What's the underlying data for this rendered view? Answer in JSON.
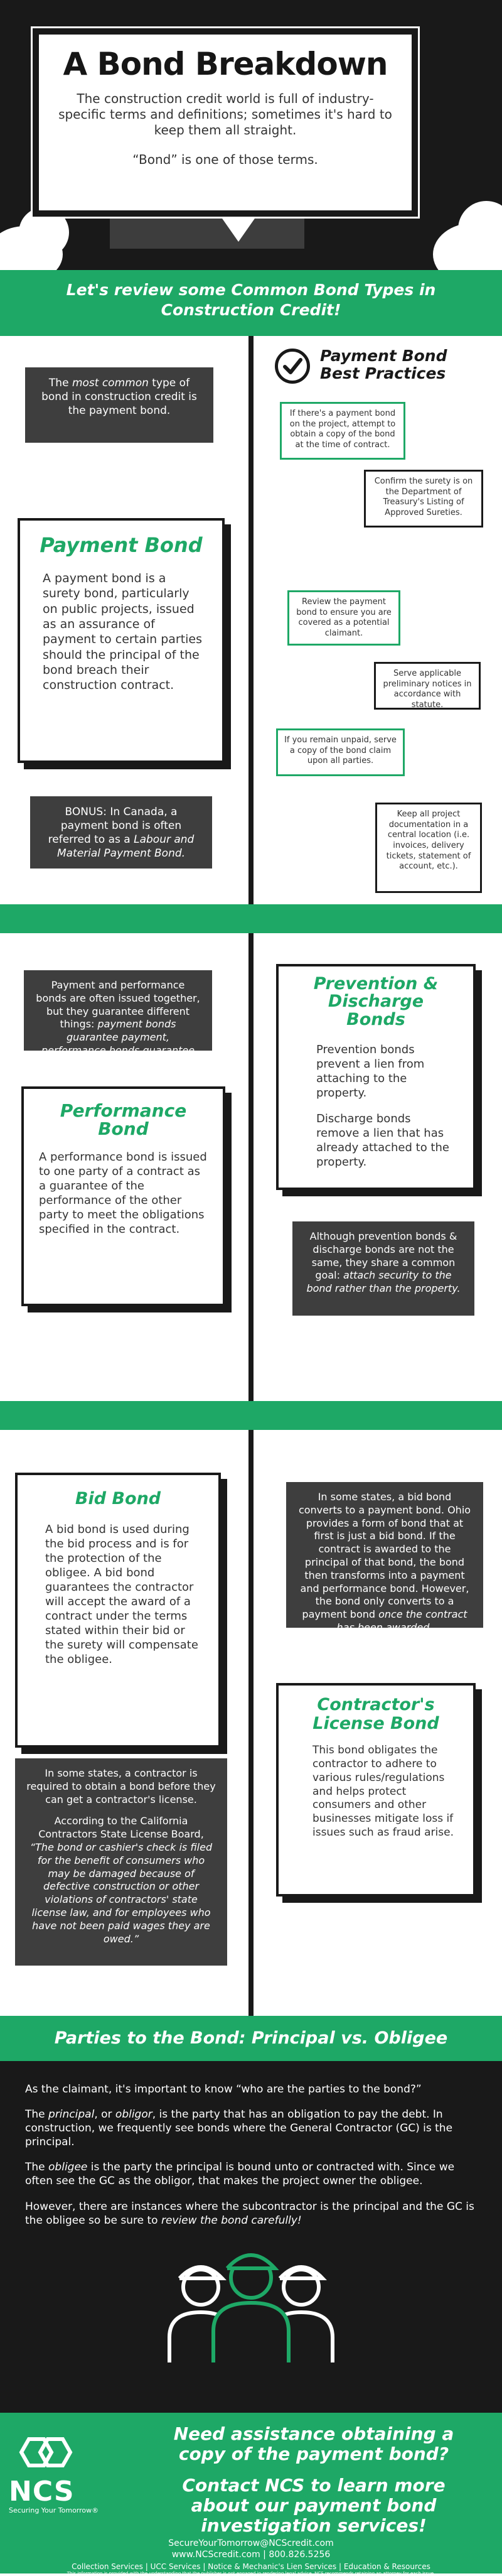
{
  "hero": {
    "title": "A Bond Breakdown",
    "intro": "The construction credit world is full of industry-specific terms and definitions; sometimes it's hard to keep them all straight.",
    "line2": "“Bond” is one of those terms."
  },
  "banner1": {
    "line1": "Let's review some Common Bond Types in",
    "line2": "Construction Credit!"
  },
  "payment": {
    "intro_pre": "The ",
    "intro_em": "most common",
    "intro_post": " type of bond in construction credit is the payment bond.",
    "title": "Payment Bond",
    "body": "A payment bond is a surety bond, particularly on public projects, issued as an assurance of payment to certain parties should the principal of the bond breach their construction contract.",
    "bonus_pre": "BONUS: In Canada, a payment bond is often referred to as a ",
    "bonus_em": "Labour and Material Payment Bond."
  },
  "best_practices": {
    "title_line1": "Payment Bond",
    "title_line2": "Best Practices",
    "items": [
      "If there's a payment bond on the project, attempt to obtain a copy of the bond at the time of contract.",
      "Confirm the surety is on the Department of Treasury's Listing of Approved Sureties.",
      "Review the payment bond to ensure you are covered as a potential claimant.",
      "Serve applicable preliminary notices in accordance with statute.",
      "If you remain unpaid, serve a copy of the bond claim upon all parties.",
      "Keep all project documentation in a central location (i.e. invoices, delivery tickets, statement of account, etc.)."
    ]
  },
  "performance": {
    "intro_pre": "Payment and performance bonds are often issued together, but they guarantee different things: ",
    "intro_em": "payment bonds guarantee payment, performance bonds guarantee performance.",
    "title_line1": "Performance",
    "title_line2": "Bond",
    "body": "A performance bond is issued to one party of a contract as a guarantee of the performance of the other party to meet the obligations specified in the contract."
  },
  "prevention": {
    "title_line1": "Prevention &",
    "title_line2": "Discharge",
    "title_line3": "Bonds",
    "body1": "Prevention bonds prevent a lien from attaching to the property.",
    "body2": "Discharge bonds remove a lien that has already attached to the property.",
    "note_pre": "Although prevention bonds & discharge bonds are not the same, they share a common goal: ",
    "note_em": "attach security to the bond rather than the property."
  },
  "bid": {
    "title": "Bid Bond",
    "body": "A bid bond is used during the bid process and is for the protection of the obligee. A bid bond guarantees the contractor will accept the award of a contract under the terms stated within their bid or the surety will compensate the obligee.",
    "note_pre": "In some states, a bid bond converts to a payment bond. Ohio provides a form of bond that at first is just a bid bond. If the contract is awarded to the principal of that bond, the bond then transforms into a payment and performance bond. However, the bond only converts to a payment bond ",
    "note_em": "once the contract has been awarded."
  },
  "license": {
    "intro": "In some states, a contractor is required to obtain a bond before they can get a contractor's license.",
    "quote_lead": "According to the California Contractors State License Board,",
    "quote": "“The bond or cashier's check is filed for the benefit of consumers who may be damaged because of defective construction or other violations of contractors' state license law, and for employees who have not been paid wages they are owed.”",
    "title_line1": "Contractor's",
    "title_line2": "License Bond",
    "body": "This bond obligates the contractor to adhere to various rules/regulations and helps protect consumers and other businesses mitigate loss if issues such as fraud arise."
  },
  "parties": {
    "banner": "Parties to the Bond: Principal vs. Obligee",
    "p1": "As the claimant, it's important to know “who are the parties to the bond?”",
    "p2_pre": "The ",
    "p2_em": "principal",
    "p2_mid": ", or ",
    "p2_em2": "obligor",
    "p2_post": ", is the party that has an obligation to pay the debt. In construction, we frequently see bonds where the General Contractor (GC) is the principal.",
    "p3_pre": "The ",
    "p3_em": "obligee",
    "p3_post": " is the party the principal is bound unto or contracted with. Since we often see the GC as the obligor, that makes the project owner the obligee.",
    "p4_pre": "However, there are instances where the subcontractor is the principal and the GC is the obligee so be sure to ",
    "p4_em": "review the bond carefully!"
  },
  "footer": {
    "logo_text": "NCS",
    "tagline": "Securing Your Tomorrow®",
    "cta1_line1": "Need assistance obtaining a",
    "cta1_line2": "copy of the payment bond?",
    "cta2_line1": "Contact NCS to learn more",
    "cta2_line2": "about our payment bond",
    "cta2_line3": "investigation services!",
    "email": "SecureYourTomorrow@NCScredit.com",
    "contact": "www.NCScredit.com | 800.826.5256",
    "services": "Collection Services | UCC Services | Notice & Mechanic's Lien Services | Education & Resources",
    "disclaimer": "This information is provided with the understanding that the publisher is not engaged in rendering legal advice. NCS recommends retaining an attorney for each issue."
  },
  "colors": {
    "accent": "#1ea866",
    "dark": "#191919",
    "box": "#3e3e3e"
  }
}
